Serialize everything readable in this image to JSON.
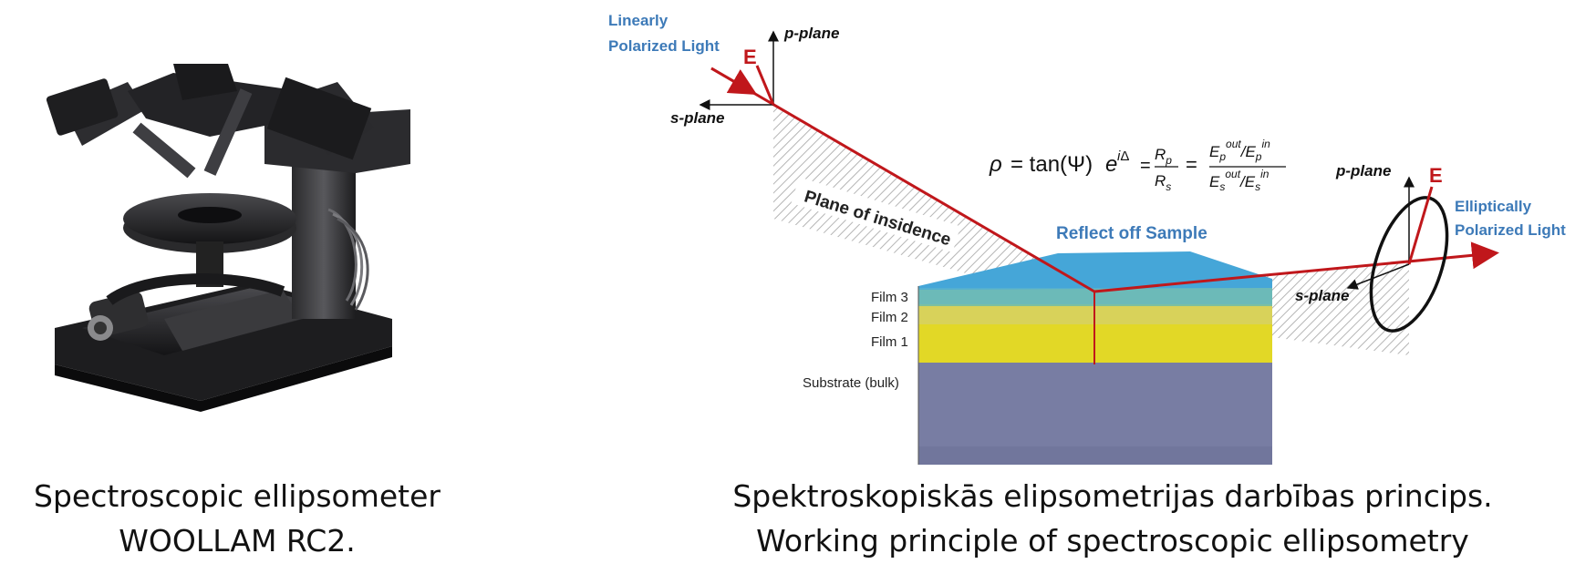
{
  "left_figure": {
    "caption_line1": "Spectroscopic ellipsometer",
    "caption_line2": "WOOLLAM RC2."
  },
  "right_figure": {
    "caption_line1": "Spektroskopiskās elipsometrijas darbības princips.",
    "caption_line2": "Working principle of spectroscopic ellipsometry",
    "labels": {
      "incoming_line1": "Linearly",
      "incoming_line2": "Polarized Light",
      "e_field": "E",
      "p_plane": "p-plane",
      "s_plane": "s-plane",
      "plane_of_incidence": "Plane of insidence",
      "reflect": "Reflect off Sample",
      "outgoing_line1": "Elliptically",
      "outgoing_line2": "Polarized Light",
      "film3": "Film 3",
      "film2": "Film 2",
      "film1": "Film 1",
      "substrate": "Substrate (bulk)"
    },
    "colors": {
      "beam": "#c0171b",
      "label_blue": "#3d7ab8",
      "film3": "#5fb0d8",
      "film2": "#8cc8a8",
      "film1": "#f0e230",
      "substrate": "#7a80a8"
    }
  }
}
